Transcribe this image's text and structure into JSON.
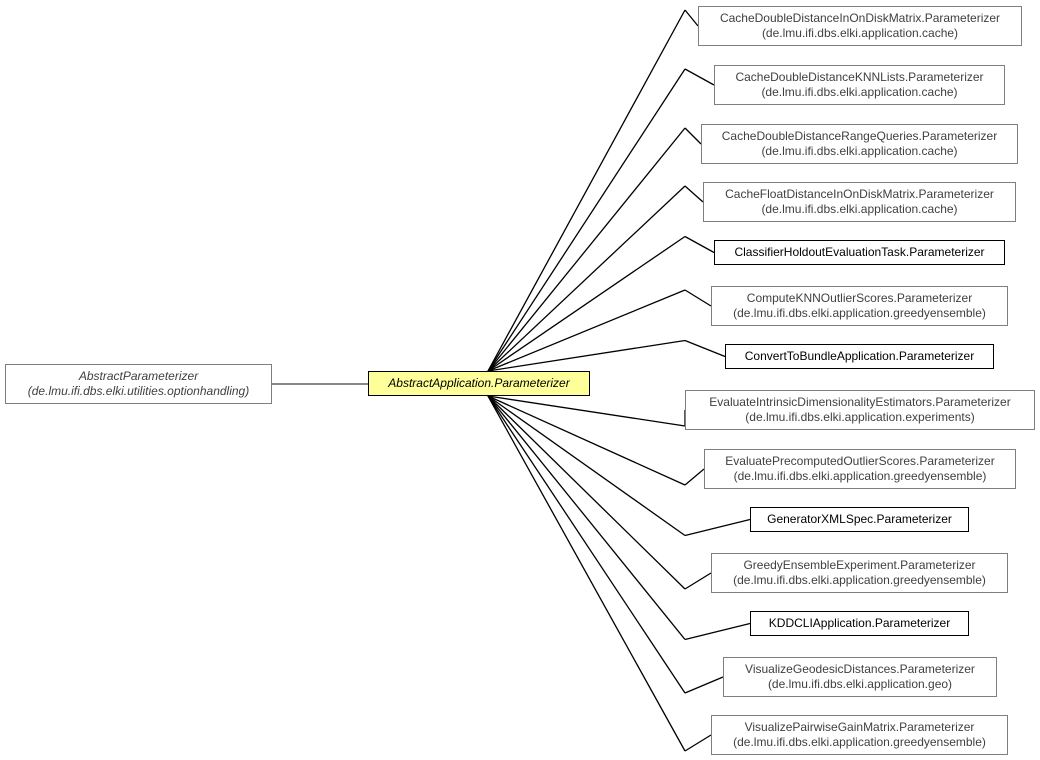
{
  "colors": {
    "focus_fill": "#ffff99",
    "external_border": "#7f7f7f",
    "internal_border": "#000000",
    "edge": "#000000",
    "external_edge": "#404040"
  },
  "base": {
    "name": "AbstractParameterizer",
    "package": "(de.lmu.ifi.dbs.elki.utilities.optionhandling)"
  },
  "focus": {
    "name": "AbstractApplication.Parameterizer"
  },
  "children": [
    {
      "name": "CacheDoubleDistanceInOnDiskMatrix.Parameterizer",
      "package": "(de.lmu.ifi.dbs.elki.application.cache)",
      "external": true
    },
    {
      "name": "CacheDoubleDistanceKNNLists.Parameterizer",
      "package": "(de.lmu.ifi.dbs.elki.application.cache)",
      "external": true
    },
    {
      "name": "CacheDoubleDistanceRangeQueries.Parameterizer",
      "package": "(de.lmu.ifi.dbs.elki.application.cache)",
      "external": true
    },
    {
      "name": "CacheFloatDistanceInOnDiskMatrix.Parameterizer",
      "package": "(de.lmu.ifi.dbs.elki.application.cache)",
      "external": true
    },
    {
      "name": "ClassifierHoldoutEvaluationTask.Parameterizer",
      "package": "",
      "external": false
    },
    {
      "name": "ComputeKNNOutlierScores.Parameterizer",
      "package": "(de.lmu.ifi.dbs.elki.application.greedyensemble)",
      "external": true
    },
    {
      "name": "ConvertToBundleApplication.Parameterizer",
      "package": "",
      "external": false
    },
    {
      "name": "EvaluateIntrinsicDimensionalityEstimators.Parameterizer",
      "package": "(de.lmu.ifi.dbs.elki.application.experiments)",
      "external": true
    },
    {
      "name": "EvaluatePrecomputedOutlierScores.Parameterizer",
      "package": "(de.lmu.ifi.dbs.elki.application.greedyensemble)",
      "external": true
    },
    {
      "name": "GeneratorXMLSpec.Parameterizer",
      "package": "",
      "external": false
    },
    {
      "name": "GreedyEnsembleExperiment.Parameterizer",
      "package": "(de.lmu.ifi.dbs.elki.application.greedyensemble)",
      "external": true
    },
    {
      "name": "KDDCLIApplication.Parameterizer",
      "package": "",
      "external": false
    },
    {
      "name": "VisualizeGeodesicDistances.Parameterizer",
      "package": "(de.lmu.ifi.dbs.elki.application.geo)",
      "external": true
    },
    {
      "name": "VisualizePairwiseGainMatrix.Parameterizer",
      "package": "(de.lmu.ifi.dbs.elki.application.greedyensemble)",
      "external": true
    }
  ]
}
